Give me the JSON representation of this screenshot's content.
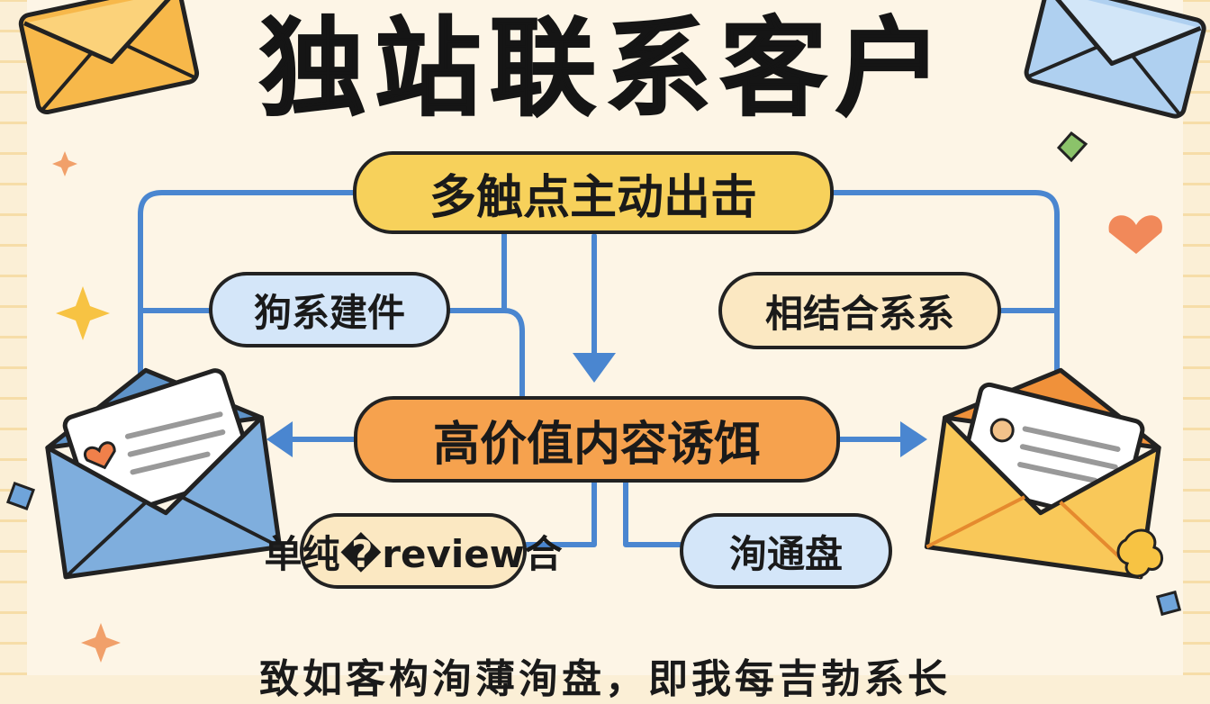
{
  "title": "独站联系客户",
  "center_top": "多触点主动出击",
  "center_mid": "高价值内容诱饵",
  "left_top": "狗系建件",
  "right_top": "相结合系系",
  "left_bottom": "单纯�review合",
  "right_bottom": "洵通盘",
  "bottom_text": "致如客构洵薄洵盘，即我每吉勃系长",
  "colors": {
    "flow_line": "#4A86D0",
    "pill_yellow": "#F7D15B",
    "pill_orange": "#F6A24E",
    "pill_blue": "#D4E6F9",
    "pill_cream": "#FBE8C2"
  },
  "icons": [
    "orange-envelope-icon",
    "blue-envelope-icon",
    "open-blue-envelope-icon",
    "open-orange-envelope-icon",
    "heart-icon",
    "sparkle-icon",
    "diamond-icon"
  ]
}
